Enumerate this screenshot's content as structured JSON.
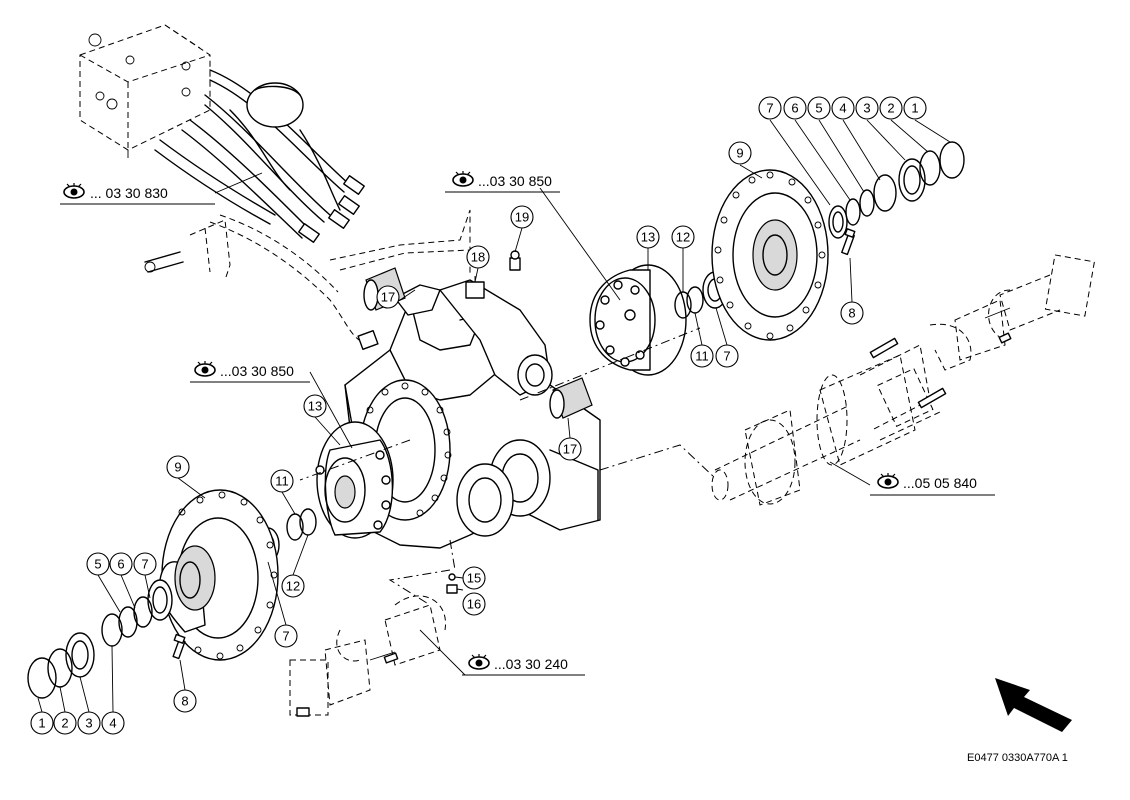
{
  "drawing_code": "E0477 0330A770A 1",
  "references": [
    {
      "id": "ref-hydraulic-valve",
      "text": "... 03 30 830"
    },
    {
      "id": "ref-hub-upper",
      "text": "...03 30 850"
    },
    {
      "id": "ref-hub-lower",
      "text": "...03 30 850"
    },
    {
      "id": "ref-axle",
      "text": "...05 05 840"
    },
    {
      "id": "ref-cylinder",
      "text": "...03 30 240"
    }
  ],
  "callouts": {
    "upper_row": [
      "7",
      "6",
      "5",
      "4",
      "3",
      "2",
      "1"
    ],
    "upper_9": "9",
    "upper_13": "13",
    "upper_12": "12",
    "upper_11": "11",
    "upper_7b": "7",
    "upper_8": "8",
    "c17_top": "17",
    "c18": "18",
    "c19": "19",
    "c17_mid": "17",
    "lower_13": "13",
    "lower_9": "9",
    "lower_11": "11",
    "lower_12": "12",
    "lower_7": "7",
    "lower_567": [
      "5",
      "6",
      "7"
    ],
    "lower_row": [
      "1",
      "2",
      "3",
      "4"
    ],
    "lower_8": "8",
    "c15": "15",
    "c16": "16"
  },
  "icons": {
    "eye": "eye-icon",
    "arrow": "direction-arrow-icon"
  }
}
